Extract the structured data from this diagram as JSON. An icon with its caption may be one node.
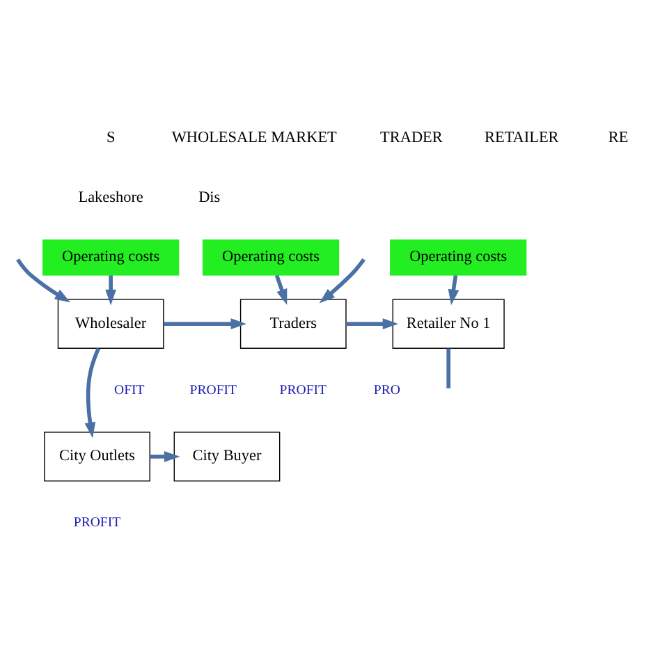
{
  "diagram": {
    "nodes": [
      {
        "text": [
          "Operating costs"
        ]
      },
      {
        "text": [
          "Operating costs"
        ]
      },
      {
        "text": [
          "Operating costs"
        ]
      },
      {
        "text": [
          "Wholesaler"
        ]
      },
      {
        "text": [
          "Traders"
        ]
      },
      {
        "text": [
          "Retailer No 1"
        ]
      },
      {
        "text": [
          "City Outlets"
        ]
      },
      {
        "text": [
          "City Buyer"
        ]
      }
    ],
    "edges": [
      {
        "from": null,
        "to": 3,
        "arrow": "to"
      },
      {
        "from": 0,
        "to": 3,
        "arrow": "to"
      },
      {
        "from": 1,
        "to": 4,
        "arrow": "to"
      },
      {
        "from": 2,
        "to": 5,
        "arrow": "to"
      },
      {
        "from": 3,
        "to": 4,
        "arrow": "to"
      },
      {
        "from": 4,
        "to": 5,
        "arrow": "to"
      },
      {
        "from": 5,
        "to": null,
        "arrow": "none"
      },
      {
        "from": null,
        "to": 4,
        "arrow": "to"
      },
      {
        "from": 3,
        "to": 6,
        "arrow": "to"
      },
      {
        "from": 6,
        "to": 7,
        "arrow": "to"
      }
    ],
    "labels": [
      "S",
      "WHOLESALE MARKET",
      "TRADER",
      "RETAILER",
      "RE",
      "Lakeshore",
      "Dis",
      "OFIT",
      "PROFIT",
      "PROFIT",
      "PRO",
      "PROFIT"
    ]
  }
}
